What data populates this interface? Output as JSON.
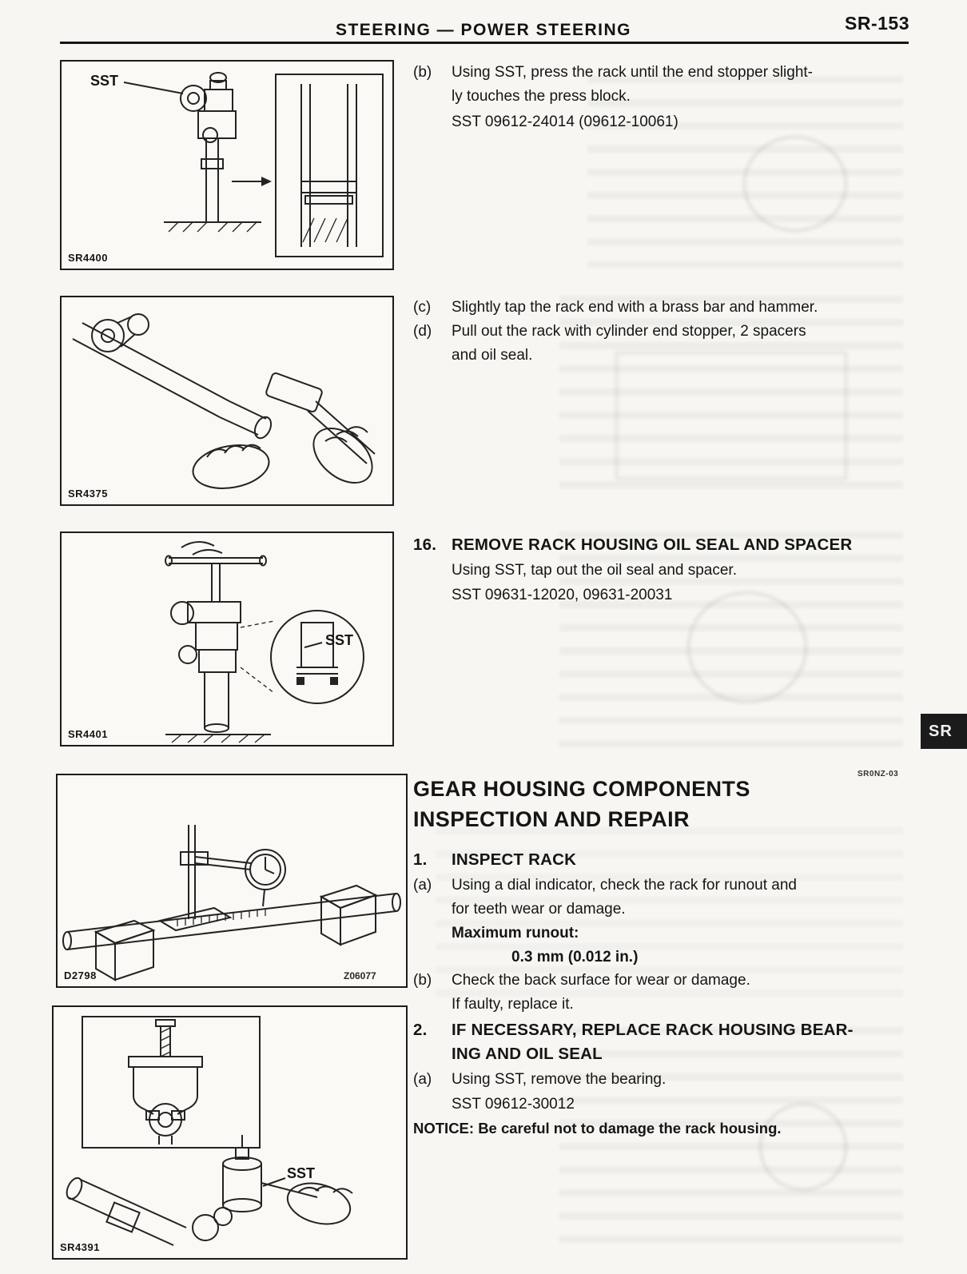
{
  "page": {
    "title": "STEERING — POWER STEERING",
    "page_number": "SR-153",
    "side_tab": "SR",
    "revision_code": "SR0NZ-03"
  },
  "figures": {
    "fig1": {
      "code": "SR4400",
      "callout": "SST"
    },
    "fig2": {
      "code": "SR4375"
    },
    "fig3": {
      "code": "SR4401",
      "callout": "SST"
    },
    "fig4": {
      "code": "D2798",
      "code2": "Z06077"
    },
    "fig5": {
      "code": "SR4391",
      "callout": "SST"
    }
  },
  "steps": {
    "b": {
      "marker": "(b)",
      "line1": "Using SST, press the rack until the end stopper slight-",
      "line2": "ly touches the press block.",
      "sst": "SST 09612-24014 (09612-10061)"
    },
    "c": {
      "marker": "(c)",
      "line1": "Slightly tap the rack end with a brass bar and hammer."
    },
    "d": {
      "marker": "(d)",
      "line1": "Pull out the rack with cylinder end stopper, 2 spacers",
      "line2": "and oil seal."
    },
    "step16": {
      "number": "16.",
      "title": "REMOVE RACK HOUSING OIL SEAL AND SPACER",
      "line1": "Using SST, tap out the oil seal and spacer.",
      "sst": "SST 09631-12020, 09631-20031"
    },
    "section": {
      "title_line1": "GEAR HOUSING COMPONENTS",
      "title_line2": "INSPECTION AND REPAIR"
    },
    "step1": {
      "number": "1.",
      "title": "INSPECT RACK",
      "a_marker": "(a)",
      "a_line1": "Using a dial indicator, check the rack for runout and",
      "a_line2": "for teeth wear or damage.",
      "spec_label": "Maximum runout:",
      "spec_value": "0.3 mm (0.012 in.)",
      "b_marker": "(b)",
      "b_line1": "Check the back surface for wear or damage.",
      "b_line2": "If faulty, replace it."
    },
    "step2": {
      "number": "2.",
      "title_line1": "IF NECESSARY, REPLACE RACK HOUSING BEAR-",
      "title_line2": "ING AND OIL SEAL",
      "a_marker": "(a)",
      "a_line1": "Using SST, remove the bearing.",
      "sst": "SST 09612-30012",
      "notice": "NOTICE: Be careful not to damage the rack housing."
    }
  }
}
